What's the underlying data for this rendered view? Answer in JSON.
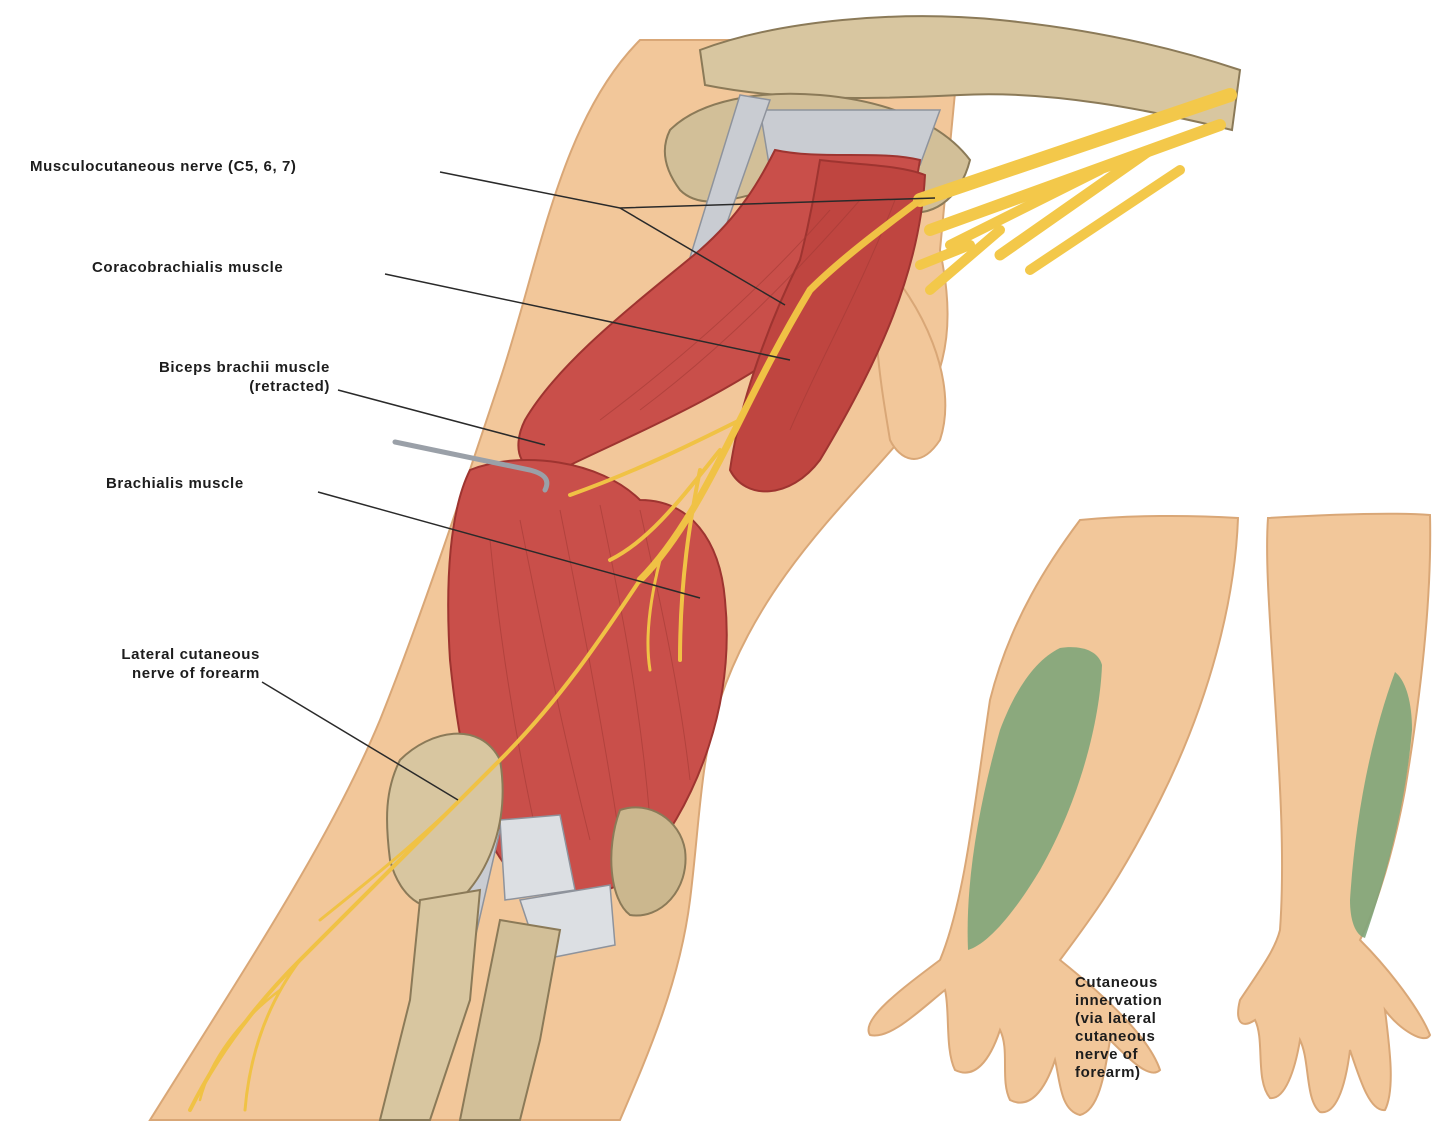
{
  "labels": {
    "musculocutaneous": "Musculocutaneous nerve (C5, 6, 7)",
    "coracobrachialis": "Coracobrachialis muscle",
    "biceps": [
      "Biceps brachii muscle",
      "(retracted)"
    ],
    "brachialis": "Brachialis muscle",
    "lateral_cutaneous": [
      "Lateral cutaneous",
      "nerve of forearm"
    ],
    "cutaneous_innervation": [
      "Cutaneous",
      "innervation",
      "(via lateral",
      "cutaneous",
      "nerve of",
      "forearm)"
    ]
  },
  "colors": {
    "skin": "#f2c79a",
    "skin_dark": "#e2ab7c",
    "muscle": "#c94f4a",
    "muscle_dark": "#9e3430",
    "nerve": "#f3c84a",
    "bone": "#d8c6a0",
    "tendon": "#c9ccd2",
    "innervation_zone": "#7fa57a",
    "leader_line": "#2a2a2a"
  }
}
